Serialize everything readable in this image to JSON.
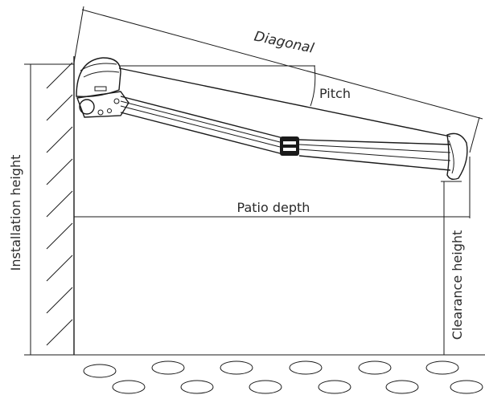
{
  "labels": {
    "diagonal": "Diagonal",
    "pitch": "Pitch",
    "patio_depth": "Patio depth",
    "installation_height": "Installation height",
    "clearance_height": "Clearance height"
  },
  "colors": {
    "line": "#1a1a1a",
    "text": "#2a2a2a",
    "background": "#ffffff"
  }
}
